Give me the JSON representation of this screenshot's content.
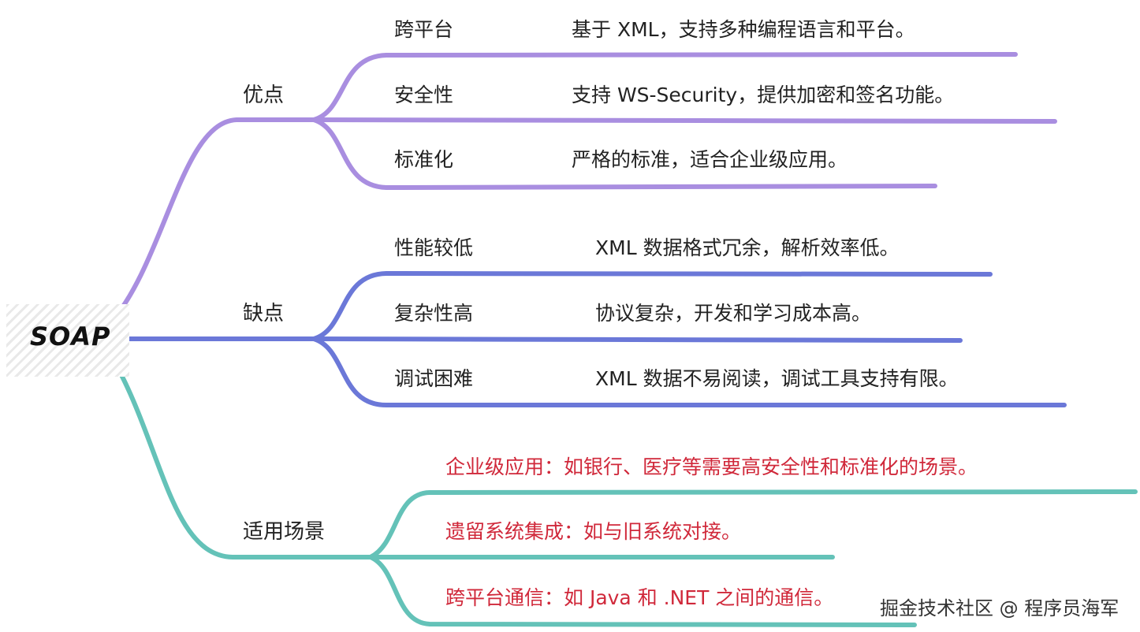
{
  "root": {
    "label": "SOAP"
  },
  "colors": {
    "advantages": "#a98ee0",
    "disadvantages": "#6b78d8",
    "use_cases": "#64c2b8",
    "use_case_text": "#d0283a"
  },
  "advantages": {
    "label": "优点",
    "items": [
      {
        "label": "跨平台",
        "desc": "基于 XML，支持多种编程语言和平台。"
      },
      {
        "label": "安全性",
        "desc": "支持 WS-Security，提供加密和签名功能。"
      },
      {
        "label": "标准化",
        "desc": "严格的标准，适合企业级应用。"
      }
    ]
  },
  "disadvantages": {
    "label": "缺点",
    "items": [
      {
        "label": "性能较低",
        "desc": "XML 数据格式冗余，解析效率低。"
      },
      {
        "label": "复杂性高",
        "desc": "协议复杂，开发和学习成本高。"
      },
      {
        "label": "调试困难",
        "desc": "XML 数据不易阅读，调试工具支持有限。"
      }
    ]
  },
  "use_cases": {
    "label": "适用场景",
    "items": [
      {
        "text": "企业级应用：如银行、医疗等需要高安全性和标准化的场景。"
      },
      {
        "text": "遗留系统集成：如与旧系统对接。"
      },
      {
        "text": "跨平台通信：如 Java 和 .NET 之间的通信。"
      }
    ]
  },
  "watermark": "掘金技术社区 @ 程序员海军"
}
